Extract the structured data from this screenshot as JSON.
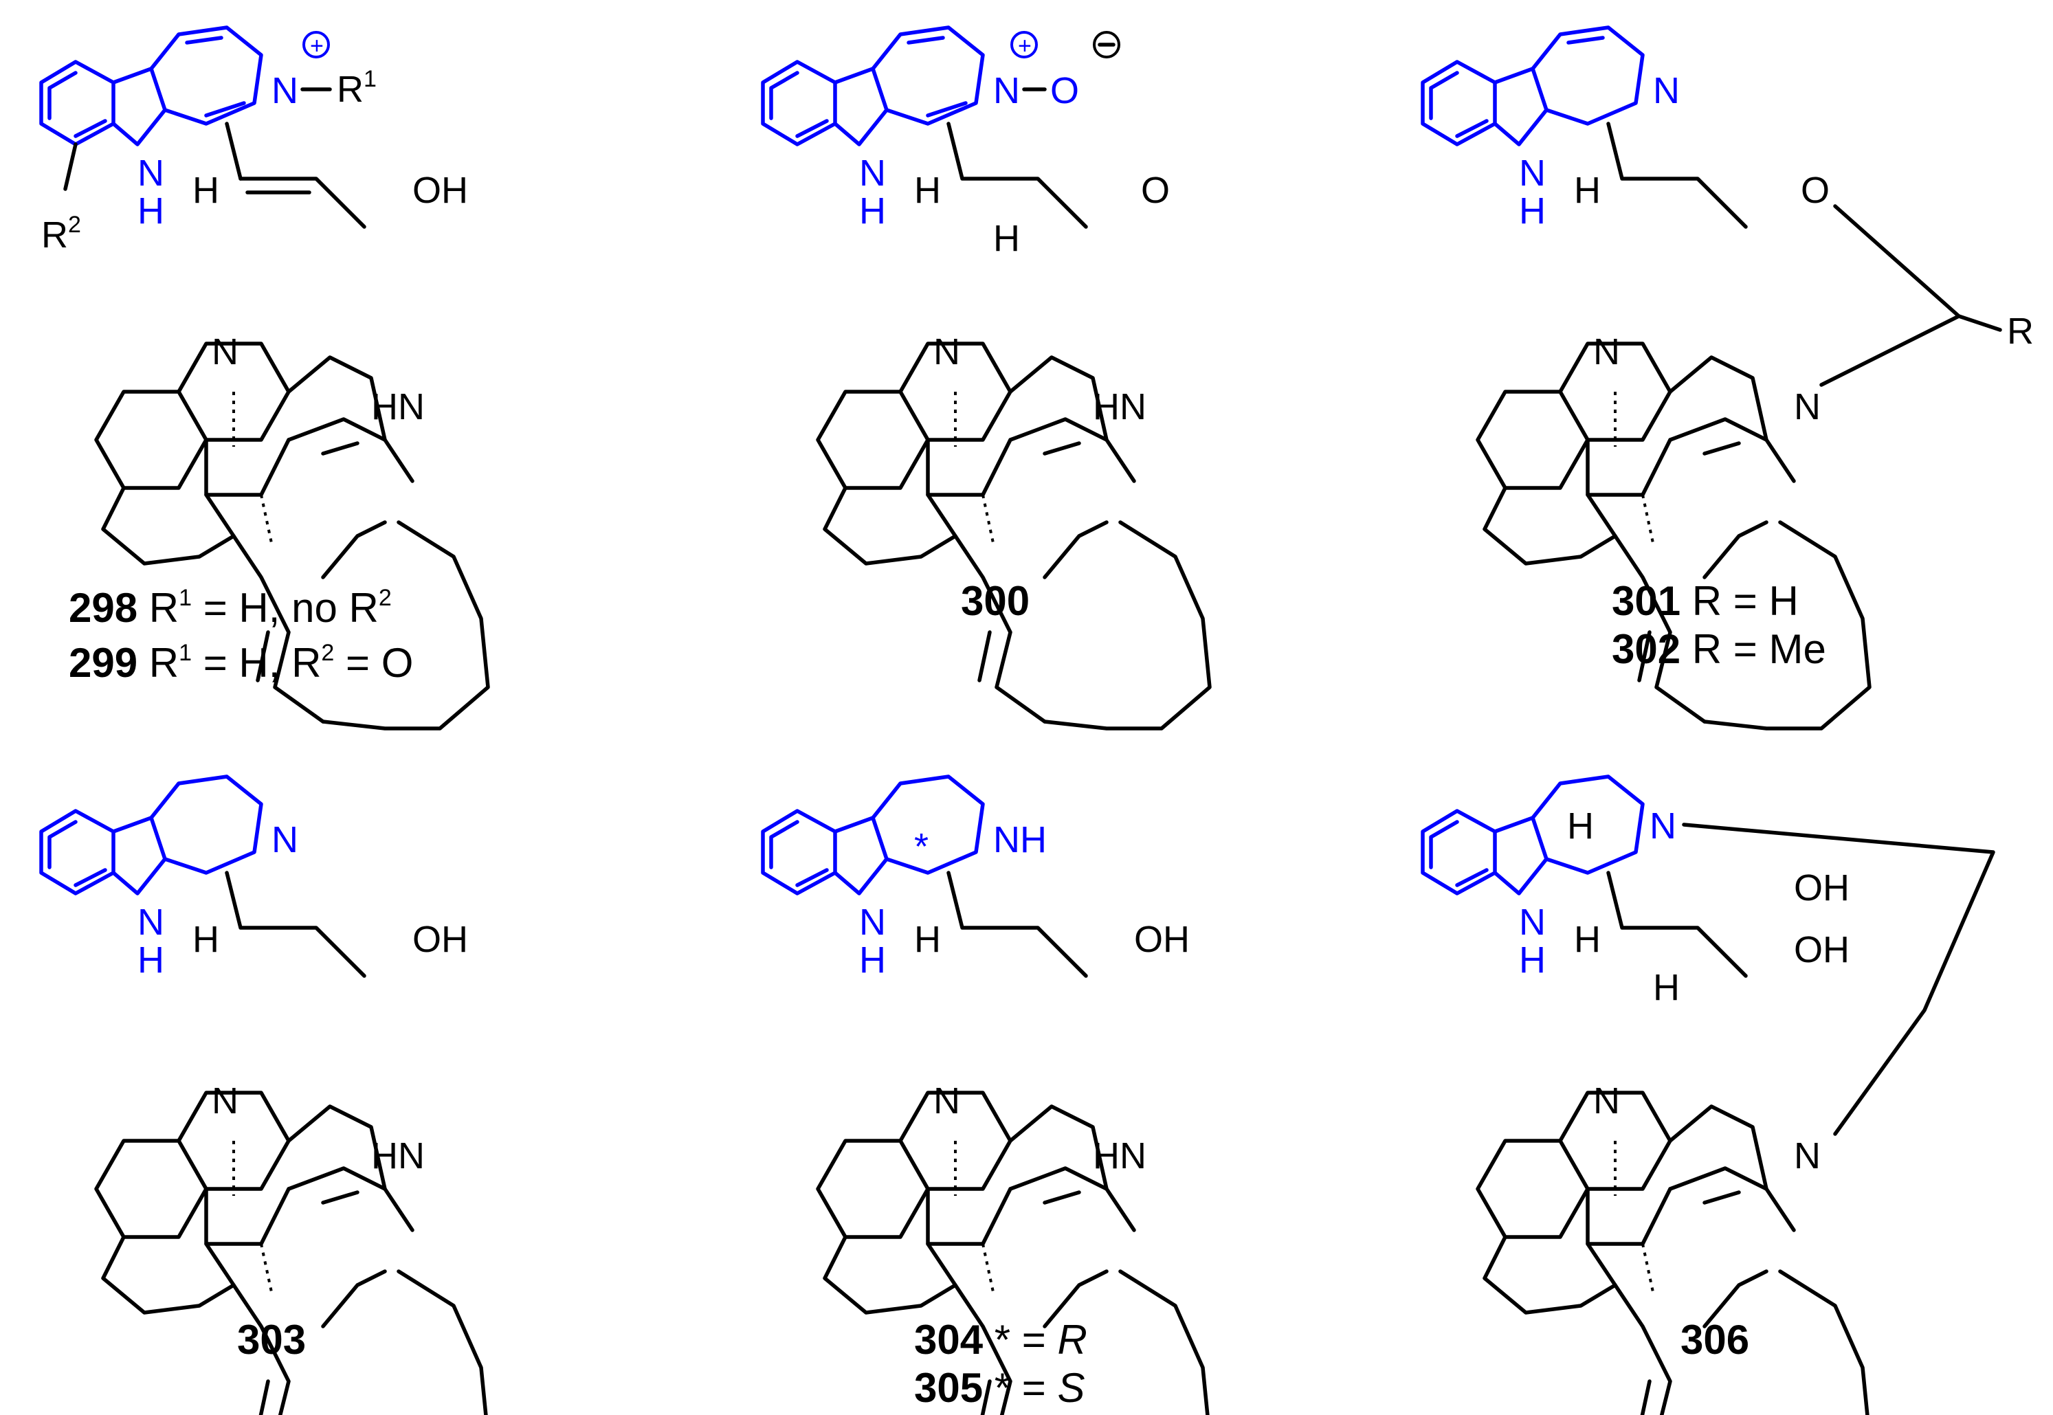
{
  "colors": {
    "scaffold": "#0000ff",
    "bonds": "#000000"
  },
  "compounds": [
    {
      "ids": [
        "298",
        "299"
      ],
      "atoms": {
        "N1": "N",
        "R1": "R",
        "R1sup": "1",
        "NH": "N",
        "NHH": "H",
        "R2": "R",
        "R2sup": "2",
        "H": "H",
        "OH": "OH",
        "Nb": "N",
        "HN": "HN"
      },
      "caption": [
        {
          "num": "298",
          "t1": " R",
          "s1": "1",
          "t2": " = H, no R",
          "s2": "2"
        },
        {
          "num": "299",
          "t1": " R",
          "s1": "1",
          "t2": " = H, R",
          "s2": "2",
          "t3": " = O"
        }
      ]
    },
    {
      "ids": [
        "300"
      ],
      "atoms": {
        "N1": "N",
        "O": "O",
        "NH": "N",
        "NHH": "H",
        "H1": "H",
        "H2": "H",
        "Oep": "O",
        "Nb": "N",
        "HN": "HN"
      },
      "caption": [
        {
          "num": "300"
        }
      ]
    },
    {
      "ids": [
        "301",
        "302"
      ],
      "atoms": {
        "N1": "N",
        "NH": "N",
        "NHH": "H",
        "H": "H",
        "O": "O",
        "R": "R",
        "Nb": "N",
        "Nc": "N"
      },
      "caption": [
        {
          "num": "301",
          "t": " R = H"
        },
        {
          "num": "302",
          "t": " R = Me"
        }
      ]
    },
    {
      "ids": [
        "303"
      ],
      "atoms": {
        "N1": "N",
        "NH": "N",
        "NHH": "H",
        "H": "H",
        "OH": "OH",
        "Nb": "N",
        "HN": "HN"
      },
      "caption": [
        {
          "num": "303"
        }
      ]
    },
    {
      "ids": [
        "304",
        "305"
      ],
      "atoms": {
        "NH1": "NH",
        "star": "*",
        "NH": "N",
        "NHH": "H",
        "H": "H",
        "OH": "OH",
        "Nb": "N",
        "HN": "HN"
      },
      "caption": [
        {
          "num": "304",
          "t": " * = ",
          "it": "R"
        },
        {
          "num": "305",
          "t": " * = ",
          "it": "S"
        }
      ]
    },
    {
      "ids": [
        "306"
      ],
      "atoms": {
        "H1": "H",
        "N1": "N",
        "OH1": "OH",
        "OH2": "OH",
        "NH": "N",
        "NHH": "H",
        "H2": "H",
        "H3": "H",
        "Nb": "N",
        "Nc": "N"
      },
      "caption": [
        {
          "num": "306"
        }
      ]
    }
  ]
}
